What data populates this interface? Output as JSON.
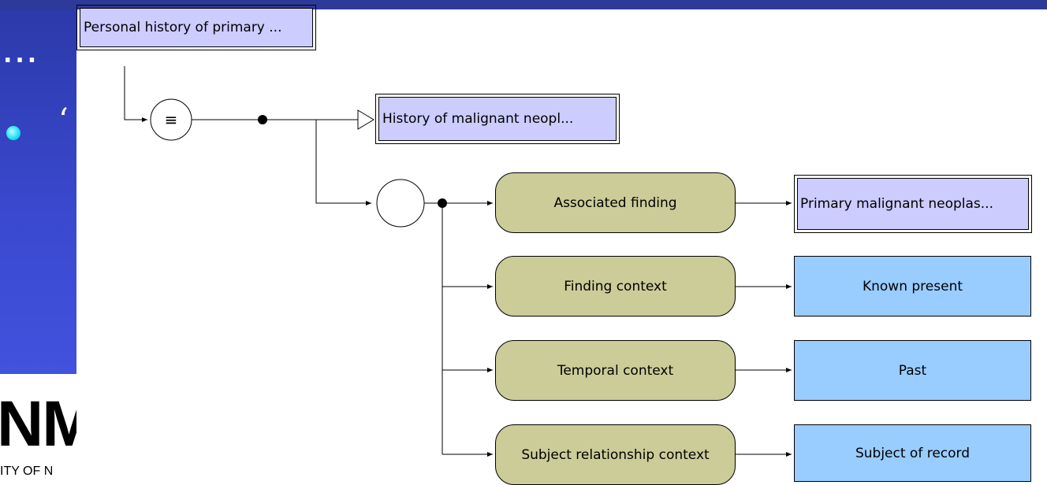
{
  "slide": {
    "fragment_top": "1",
    "fragment_dots": "...",
    "fragment_quote": "‘",
    "logo_text": "NM",
    "logo_subtext": "ITY OF N"
  },
  "diagram": {
    "focus_concept": "Personal history of primary ...",
    "definition_status_symbol": "≡",
    "parent_concept": "History of malignant neopl...",
    "attributes": [
      {
        "name": "Associated finding",
        "value": "Primary malignant neoplas...",
        "value_defined": true
      },
      {
        "name": "Finding context",
        "value": "Known present",
        "value_defined": false
      },
      {
        "name": "Temporal context",
        "value": "Past",
        "value_defined": false
      },
      {
        "name": "Subject relationship context",
        "value": "Subject of record",
        "value_defined": false
      }
    ]
  },
  "colors": {
    "defined_concept": "#ccccff",
    "primitive_concept": "#99ccff",
    "attribute": "#cccc99",
    "slide_background": "#3a49cf"
  }
}
